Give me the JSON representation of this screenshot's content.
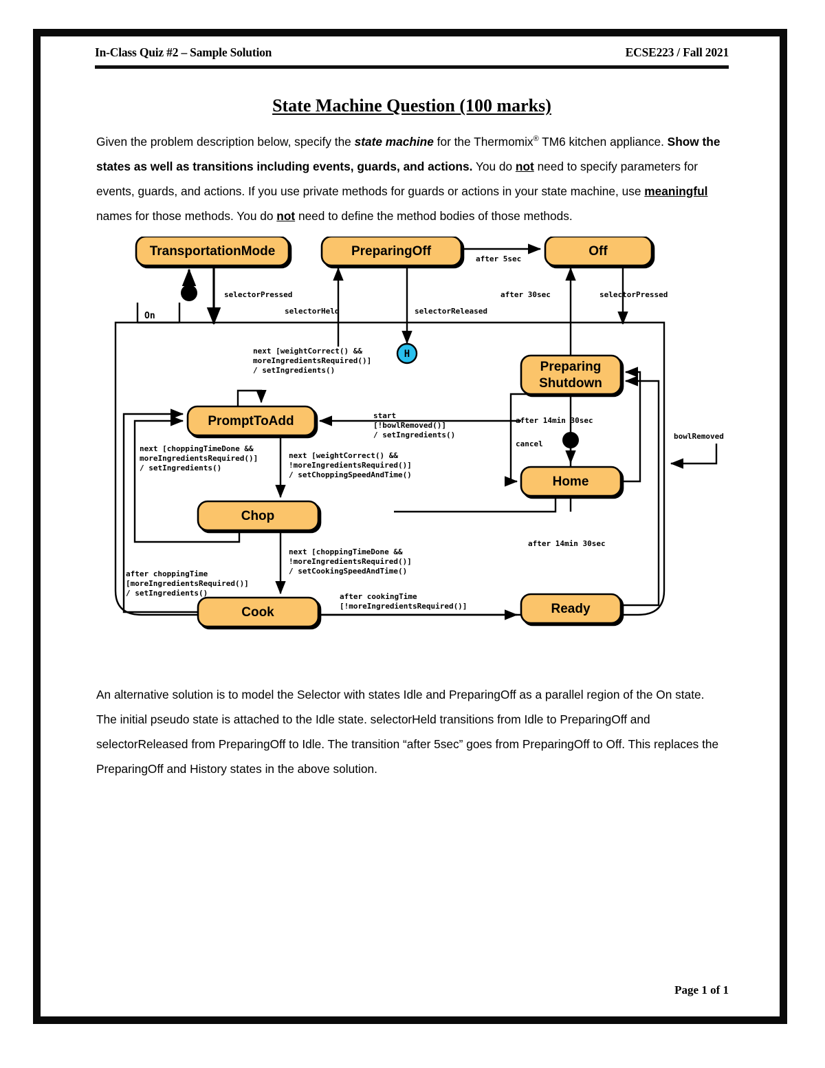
{
  "header": {
    "left": "In-Class Quiz #2 – Sample Solution",
    "right": "ECSE223 / Fall 2021"
  },
  "title": "State Machine Question (100 marks)",
  "footer": "Page 1 of 1",
  "paragraphs": {
    "intro_1": "Given the problem description below, specify the ",
    "intro_em": "state machine",
    "intro_2": " for the Thermomix",
    "intro_sup": "®",
    "intro_3": " TM6 kitchen appliance. ",
    "intro_b1": "Show the states as well as transitions including events, guards, and actions.",
    "intro_4": " You do ",
    "intro_u1": "not",
    "intro_5": " need to specify parameters for events, guards, and actions. If you use private methods for guards or actions in your state machine, use ",
    "intro_u2": "meaningful",
    "intro_6": " names for those methods. You do ",
    "intro_u3": "not",
    "intro_7": " need to define the method bodies of those methods.",
    "alt": "An alternative solution is to model the Selector with states Idle and PreparingOff as a parallel region of the On state. The initial pseudo state is attached to the Idle state. selectorHeld transitions from Idle to PreparingOff and selectorReleased from PreparingOff to Idle. The transition “after 5sec” goes from PreparingOff to Off. This replaces the PreparingOff and History states in the above solution."
  },
  "colors": {
    "state_fill": "#FBC46A",
    "region_fill": "#29C0EE",
    "stroke": "#000000",
    "page_frame": "#0A0A0A"
  },
  "diagram": {
    "region_label": "On",
    "history_label": "H",
    "states": {
      "transportation_mode": "TransportationMode",
      "preparing_off": "PreparingOff",
      "off": "Off",
      "prompt_to_add": "PromptToAdd",
      "chop": "Chop",
      "cook": "Cook",
      "preparing_shutdown_l1": "Preparing",
      "preparing_shutdown_l2": "Shutdown",
      "home": "Home",
      "ready": "Ready"
    },
    "labels": {
      "selector_pressed_left": "selectorPressed",
      "selector_held": "selectorHeld",
      "selector_released": "selectorReleased",
      "after_5sec": "after 5sec",
      "after_30sec": "after 30sec",
      "selector_pressed_right": "selectorPressed",
      "bowl_removed": "bowlRemoved",
      "cancel": "cancel",
      "after_14min30_top": "after 14min 30sec",
      "after_14min30_bottom": "after 14min 30sec",
      "self_loop_l1": "next [weightCorrect() &&",
      "self_loop_l2": "moreIngredientsRequired()]",
      "self_loop_l3": "/ setIngredients()",
      "start_l1": "start",
      "start_l2": "[!bowlRemoved()]",
      "start_l3": "/ setIngredients()",
      "chop_back_l1": "next [choppingTimeDone &&",
      "chop_back_l2": "moreIngredientsRequired()]",
      "chop_back_l3": "/ setIngredients()",
      "to_chop_l1": "next [weightCorrect() &&",
      "to_chop_l2": "!moreIngredientsRequired()]",
      "to_chop_l3": "/ setChoppingSpeedAndTime()",
      "to_cook_l1": "next [choppingTimeDone &&",
      "to_cook_l2": "!moreIngredientsRequired()]",
      "to_cook_l3": "/ setCookingSpeedAndTime()",
      "cook_back_l1": "after choppingTime",
      "cook_back_l2": "[moreIngredientsRequired()]",
      "cook_back_l3": "/ setIngredients()",
      "to_ready_l1": "after cookingTime",
      "to_ready_l2": "[!moreIngredientsRequired()]"
    }
  }
}
